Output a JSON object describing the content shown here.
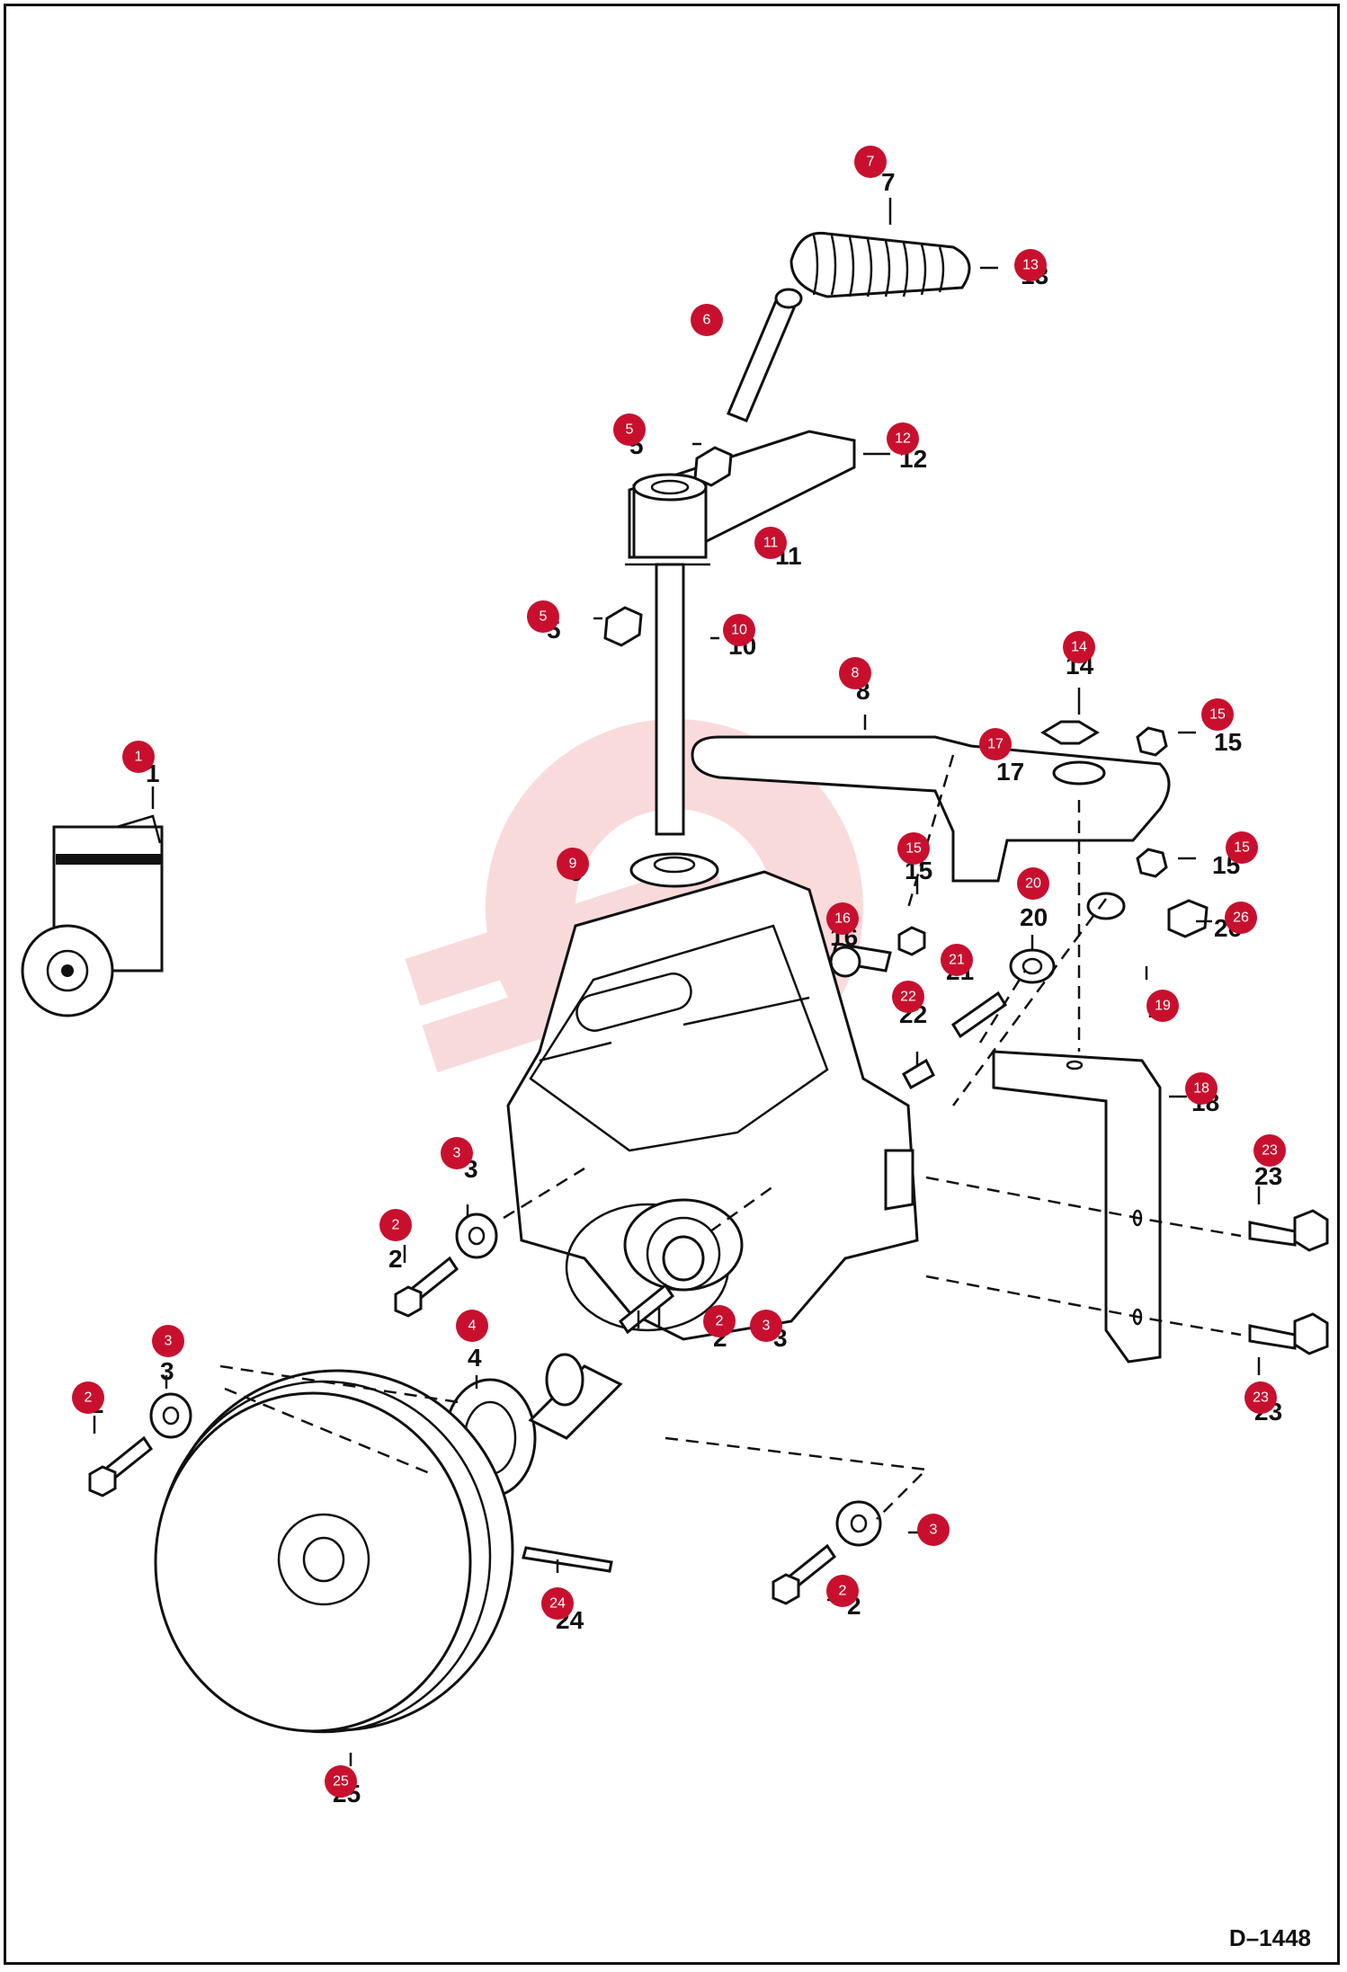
{
  "diagram": {
    "code": "D–1448",
    "accent": "#c8102e",
    "callouts": [
      {
        "num": "1",
        "label": "1"
      },
      {
        "num": "2",
        "label": "2"
      },
      {
        "num": "2",
        "label": "2"
      },
      {
        "num": "2",
        "label": "2"
      },
      {
        "num": "2",
        "label": "2"
      },
      {
        "num": "3",
        "label": "3"
      },
      {
        "num": "3",
        "label": "3"
      },
      {
        "num": "3",
        "label": "3"
      },
      {
        "num": "3",
        "label": "3"
      },
      {
        "num": "4",
        "label": "4"
      },
      {
        "num": "5",
        "label": "5"
      },
      {
        "num": "5",
        "label": "5"
      },
      {
        "num": "6",
        "label": "6"
      },
      {
        "num": "7",
        "label": "7"
      },
      {
        "num": "8",
        "label": "8"
      },
      {
        "num": "9",
        "label": "9"
      },
      {
        "num": "10",
        "label": "10"
      },
      {
        "num": "11",
        "label": "11"
      },
      {
        "num": "12",
        "label": "12"
      },
      {
        "num": "13",
        "label": "13"
      },
      {
        "num": "14",
        "label": "14"
      },
      {
        "num": "15",
        "label": "15"
      },
      {
        "num": "15",
        "label": "15"
      },
      {
        "num": "15",
        "label": "15"
      },
      {
        "num": "16",
        "label": "16"
      },
      {
        "num": "17",
        "label": "17"
      },
      {
        "num": "18",
        "label": "18"
      },
      {
        "num": "19",
        "label": "19"
      },
      {
        "num": "20",
        "label": "20"
      },
      {
        "num": "21",
        "label": "21"
      },
      {
        "num": "22",
        "label": "22"
      },
      {
        "num": "23",
        "label": "23"
      },
      {
        "num": "23",
        "label": "23"
      },
      {
        "num": "24",
        "label": "24"
      },
      {
        "num": "25",
        "label": "25"
      },
      {
        "num": "26",
        "label": "26"
      }
    ]
  }
}
